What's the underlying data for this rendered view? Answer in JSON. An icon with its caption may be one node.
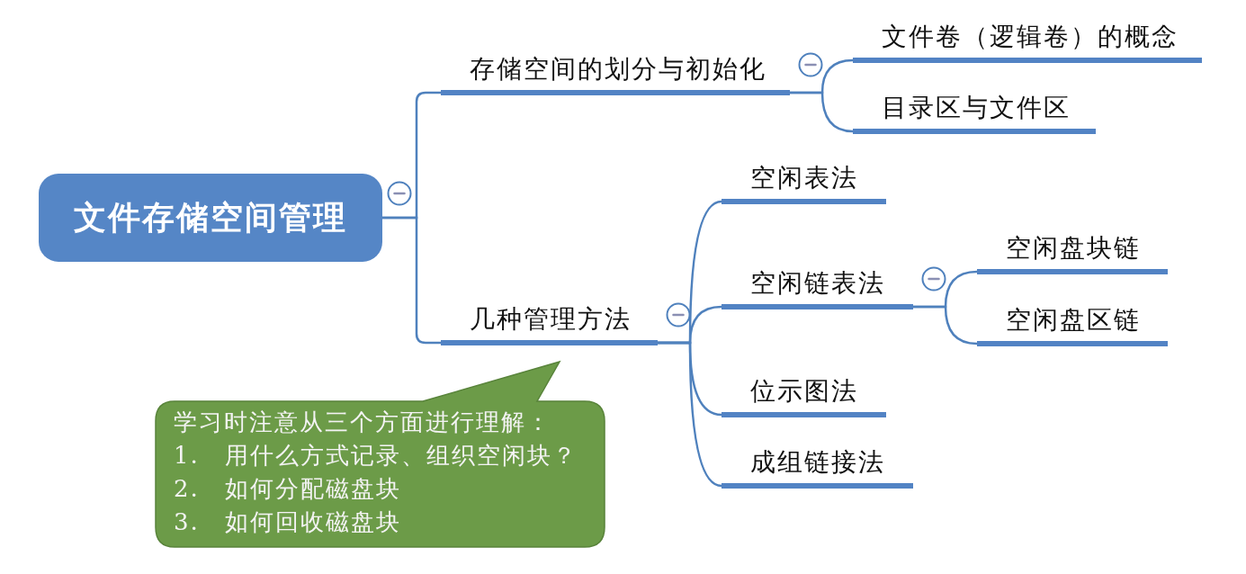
{
  "diagram": {
    "nodes": [
      {
        "text": [
          "文件存储空间管理"
        ]
      },
      {
        "text": [
          "存储空间的划分与初始化"
        ]
      },
      {
        "text": [
          "文件卷（逻辑卷）的概念"
        ]
      },
      {
        "text": [
          "目录区与文件区"
        ]
      },
      {
        "text": [
          "几种管理方法"
        ]
      },
      {
        "text": [
          "空闲表法"
        ]
      },
      {
        "text": [
          "空闲链表法"
        ]
      },
      {
        "text": [
          "空闲盘块链"
        ]
      },
      {
        "text": [
          "空闲盘区链"
        ]
      },
      {
        "text": [
          "位示图法"
        ]
      },
      {
        "text": [
          "成组链接法"
        ]
      },
      {
        "text": [
          "学习时注意从三个方面进行理解：",
          "1. 用什么方式记录、组织空闲块？",
          "2. 如何分配磁盘块",
          "3. 如何回收磁盘块"
        ]
      }
    ],
    "edges": [
      {
        "from": 0,
        "to": 1,
        "arrow": "none"
      },
      {
        "from": 1,
        "to": 2,
        "arrow": "none"
      },
      {
        "from": 1,
        "to": 3,
        "arrow": "none"
      },
      {
        "from": 0,
        "to": 4,
        "arrow": "none"
      },
      {
        "from": 4,
        "to": 5,
        "arrow": "none"
      },
      {
        "from": 4,
        "to": 6,
        "arrow": "none"
      },
      {
        "from": 6,
        "to": 7,
        "arrow": "none"
      },
      {
        "from": 6,
        "to": 8,
        "arrow": "none"
      },
      {
        "from": 4,
        "to": 9,
        "arrow": "none"
      },
      {
        "from": 4,
        "to": 10,
        "arrow": "none"
      }
    ]
  }
}
